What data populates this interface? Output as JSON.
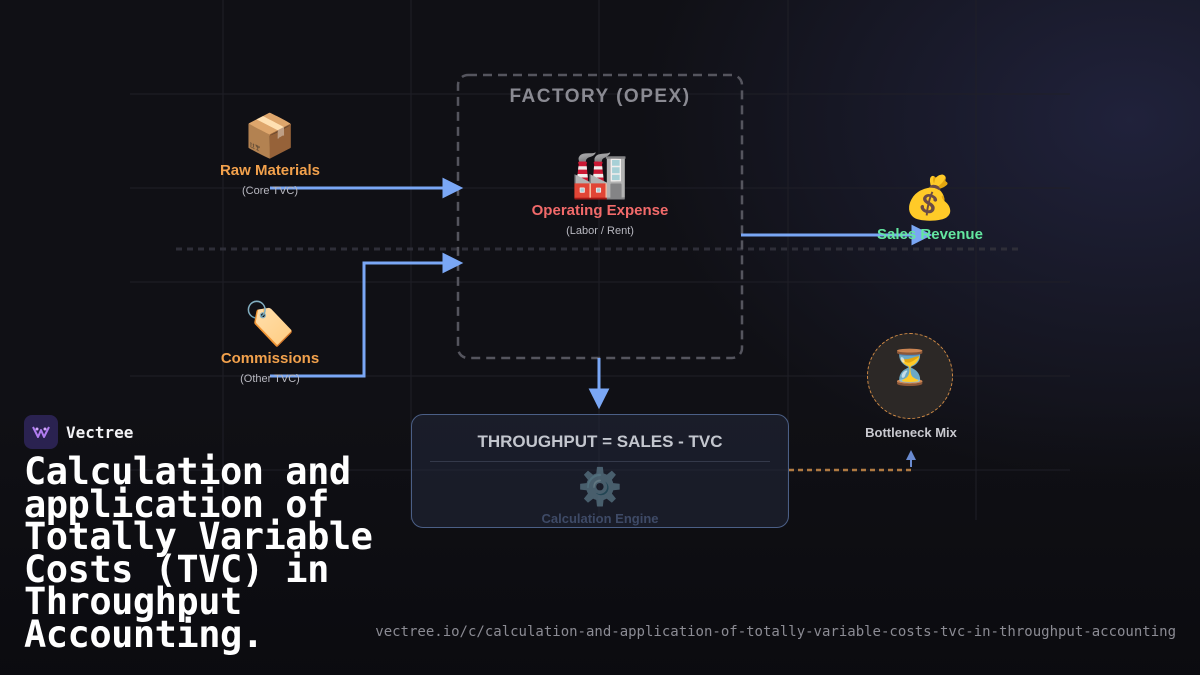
{
  "diagram": {
    "factory": {
      "title": "FACTORY (OPEX)"
    },
    "raw_materials": {
      "icon": "package-icon",
      "glyph": "📦",
      "title": "Raw Materials",
      "subtitle": "(Core TVC)"
    },
    "commissions": {
      "icon": "label-tag-icon",
      "glyph": "🏷️",
      "title": "Commissions",
      "subtitle": "(Other TVC)"
    },
    "operating_expense": {
      "icon": "factory-icon",
      "glyph": "🏭",
      "title": "Operating Expense",
      "subtitle": "(Labor / Rent)"
    },
    "sales_revenue": {
      "icon": "money-bag-icon",
      "glyph": "💰",
      "title": "Sales Revenue"
    },
    "throughput": {
      "formula": "THROUGHPUT = SALES - TVC",
      "icon": "gear-icon",
      "glyph": "⚙️",
      "label": "Calculation Engine"
    },
    "bottleneck": {
      "icon": "hourglass-icon",
      "glyph": "⏳",
      "label": "Bottleneck Mix"
    }
  },
  "colors": {
    "arrow": "#7aa7f5",
    "orange_label": "#f2a14c",
    "red_label": "#f26a6a",
    "green_label": "#63e6a0",
    "bottleneck_dash": "#d08a45"
  },
  "brand": {
    "name": "Vectree",
    "logo_icon": "vectree-logo-icon"
  },
  "headline": "Calculation and application of Totally Variable Costs (TVC) in Throughput Accounting.",
  "url": "vectree.io/c/calculation-and-application-of-totally-variable-costs-tvc-in-throughput-accounting"
}
